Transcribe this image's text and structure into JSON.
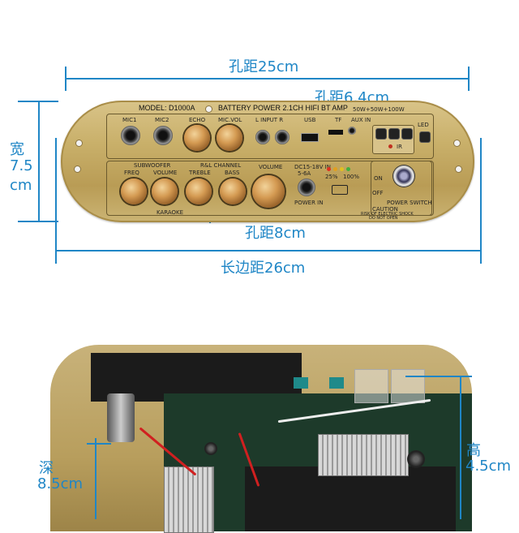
{
  "dimensions": {
    "hole_distance_long": "孔距25cm",
    "hole_distance_short": "孔距6.4cm",
    "width_label_1": "宽",
    "width_label_2": "7.5",
    "width_label_3": "cm",
    "hole_distance_bottom": "孔距8cm",
    "long_side_distance": "长边距26cm",
    "depth_label_1": "深",
    "depth_label_2": "8.5cm",
    "height_label_1": "高",
    "height_label_2": "4.5cm"
  },
  "panel": {
    "model": "MODEL: D1000A",
    "title": "BATTERY POWER 2.1CH HIFI BT AMP",
    "power": "50W+50W+100W",
    "labels": {
      "mic1": "MIC1",
      "mic2": "MIC2",
      "echo": "ECHO",
      "mic_vol": "MIC.VOL",
      "input": "L   INPUT   R",
      "usb": "USB",
      "tf": "TF",
      "aux_in": "AUX IN",
      "led": "LED",
      "ir": "IR",
      "subwoofer": "SUBWOOFER",
      "freq": "FREQ",
      "volume_sub": "VOLUME",
      "ral_channel": "R&L CHANNEL",
      "treble": "TREBLE",
      "bass": "BASS",
      "volume_main": "VOLUME",
      "dc_in": "DC15-18V IN",
      "dc_amp": "5-6A",
      "power_in": "POWER IN",
      "pct_25": "25%",
      "pct_100": "100%",
      "on": "ON",
      "off": "OFF",
      "power_switch": "POWER SWITCH",
      "karaoke": "KARAOKE",
      "caution": "CAUTION",
      "caution_sub1": "RISK OF ELECTRIC SHOCK",
      "caution_sub2": "DO NOT OPEN"
    }
  },
  "colors": {
    "dimension": "#1f86c6",
    "panel_gold": "#c9b06a"
  }
}
